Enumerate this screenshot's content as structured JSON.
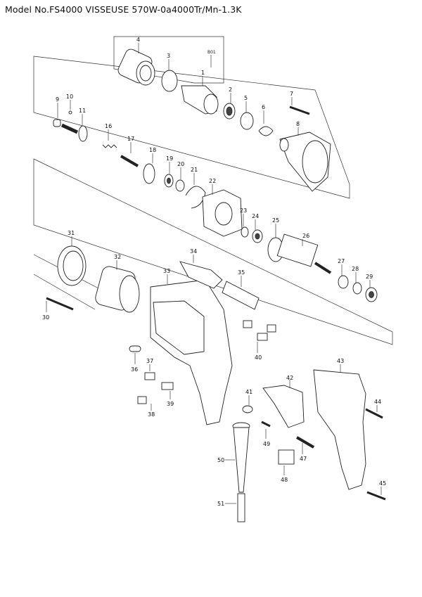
{
  "title": "Model No.FS4000 VISSEUSE 570W-0a4000Tr/Mn-1.3K",
  "assembly_label": "B01",
  "parts": [
    "1",
    "2",
    "3",
    "4",
    "5",
    "6",
    "7",
    "8",
    "9",
    "10",
    "11",
    "16",
    "17",
    "18",
    "19",
    "20",
    "21",
    "22",
    "23",
    "24",
    "25",
    "26",
    "27",
    "28",
    "29",
    "30",
    "31",
    "32",
    "33",
    "34",
    "35",
    "36",
    "37",
    "38",
    "39",
    "40",
    "41",
    "42",
    "43",
    "44",
    "45",
    "47",
    "48",
    "49",
    "50",
    "51"
  ]
}
